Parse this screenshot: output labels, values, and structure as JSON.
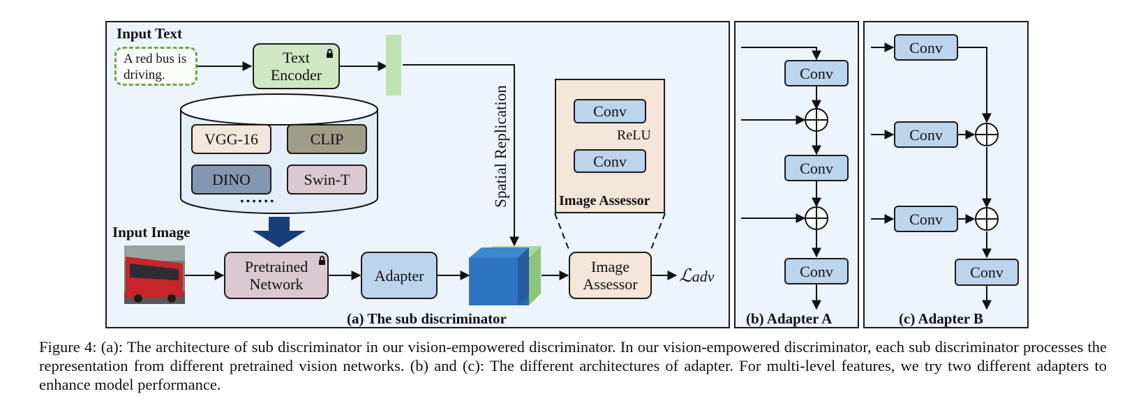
{
  "panel_a": {
    "input_text_title": "Input Text",
    "input_text_line1": "A red bus is",
    "input_text_line2": "driving.",
    "text_encoder_line1": "Text",
    "text_encoder_line2": "Encoder",
    "spatial_replication": "Spatial Replication",
    "backbones": [
      "VGG-16",
      "CLIP",
      "DINO",
      "Swin-T"
    ],
    "backbone_colors": [
      "#f4e6d8",
      "#9f9d86",
      "#8298b0",
      "#dcc8d0"
    ],
    "ellipsis": "••••••",
    "input_image_title": "Input Image",
    "pretrained_line1": "Pretrained",
    "pretrained_line2": "Network",
    "adapter": "Adapter",
    "assessor_line1": "Image",
    "assessor_line2": "Assessor",
    "loss_symbol": "ℒ",
    "loss_sub": "adv",
    "detail_conv1": "Conv",
    "detail_relu": "ReLU",
    "detail_conv2": "Conv",
    "detail_title": "Image Assessor",
    "caption": "(a) The sub discriminator"
  },
  "panel_b": {
    "convs": [
      "Conv",
      "Conv",
      "Conv"
    ],
    "caption": "(b) Adapter A"
  },
  "panel_c": {
    "convs": [
      "Conv",
      "Conv",
      "Conv",
      "Conv"
    ],
    "caption": "(c) Adapter B"
  },
  "colors": {
    "panel_bg": "#eef4fb",
    "conv": "#bcd4ec",
    "encoder": "#cfe8c4",
    "pretrained": "#dcc8d0",
    "assessor": "#f4e6d8",
    "dashed_border": "#6aaa4a",
    "text_vector": "#bfe2b3",
    "cube_front": "#2f74c0",
    "cube_top": "#a9d59a"
  },
  "figure_caption": "Figure 4: (a): The architecture of sub discriminator in our vision-empowered discriminator. In our vision-empowered discriminator, each sub discriminator processes the representation from different pretrained vision networks. (b) and (c): The different architectures of adapter. For multi-level features, we try two different adapters to enhance model performance."
}
